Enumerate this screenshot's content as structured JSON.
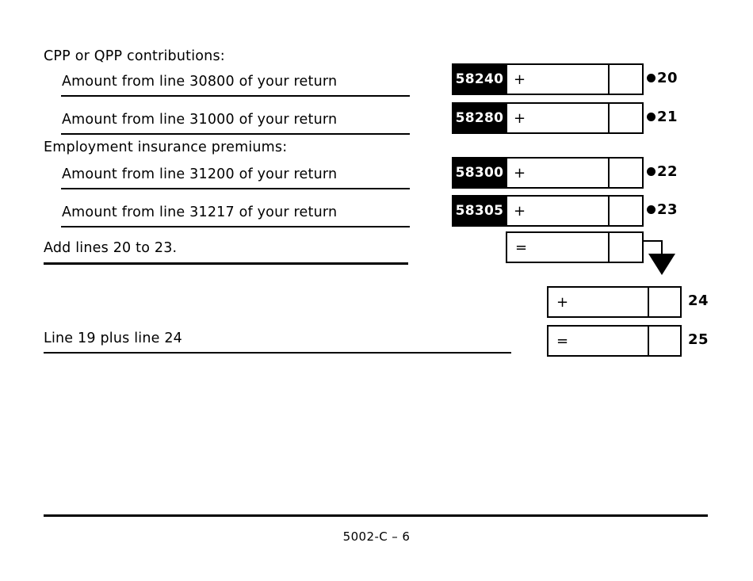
{
  "document": {
    "section_headings": [
      {
        "text": "CPP or QPP contributions:"
      },
      {
        "text": "Employment insurance premiums:"
      }
    ],
    "rows": [
      {
        "label": "Amount from line 30800 of your return",
        "code": "58240",
        "operator": "+",
        "line_number": "20",
        "has_bullet": true
      },
      {
        "label": "Amount from line 31000 of your return",
        "code": "58280",
        "operator": "+",
        "line_number": "21",
        "has_bullet": true
      },
      {
        "label": "Amount from line 31200 of your return",
        "code": "58300",
        "operator": "+",
        "line_number": "22",
        "has_bullet": true
      },
      {
        "label": "Amount from line 31217 of your return",
        "code": "58305",
        "operator": "+",
        "line_number": "23",
        "has_bullet": true
      },
      {
        "label": "Add lines 20 to 23.",
        "code": "",
        "operator": "=",
        "line_number": "",
        "has_bullet": false
      },
      {
        "label": "",
        "code": "",
        "operator": "+",
        "line_number": "24",
        "has_bullet": false
      },
      {
        "label": "Line 19 plus line 24",
        "code": "",
        "operator": "=",
        "line_number": "25",
        "has_bullet": false
      }
    ],
    "footer": {
      "text": "5002-C – 6"
    }
  }
}
